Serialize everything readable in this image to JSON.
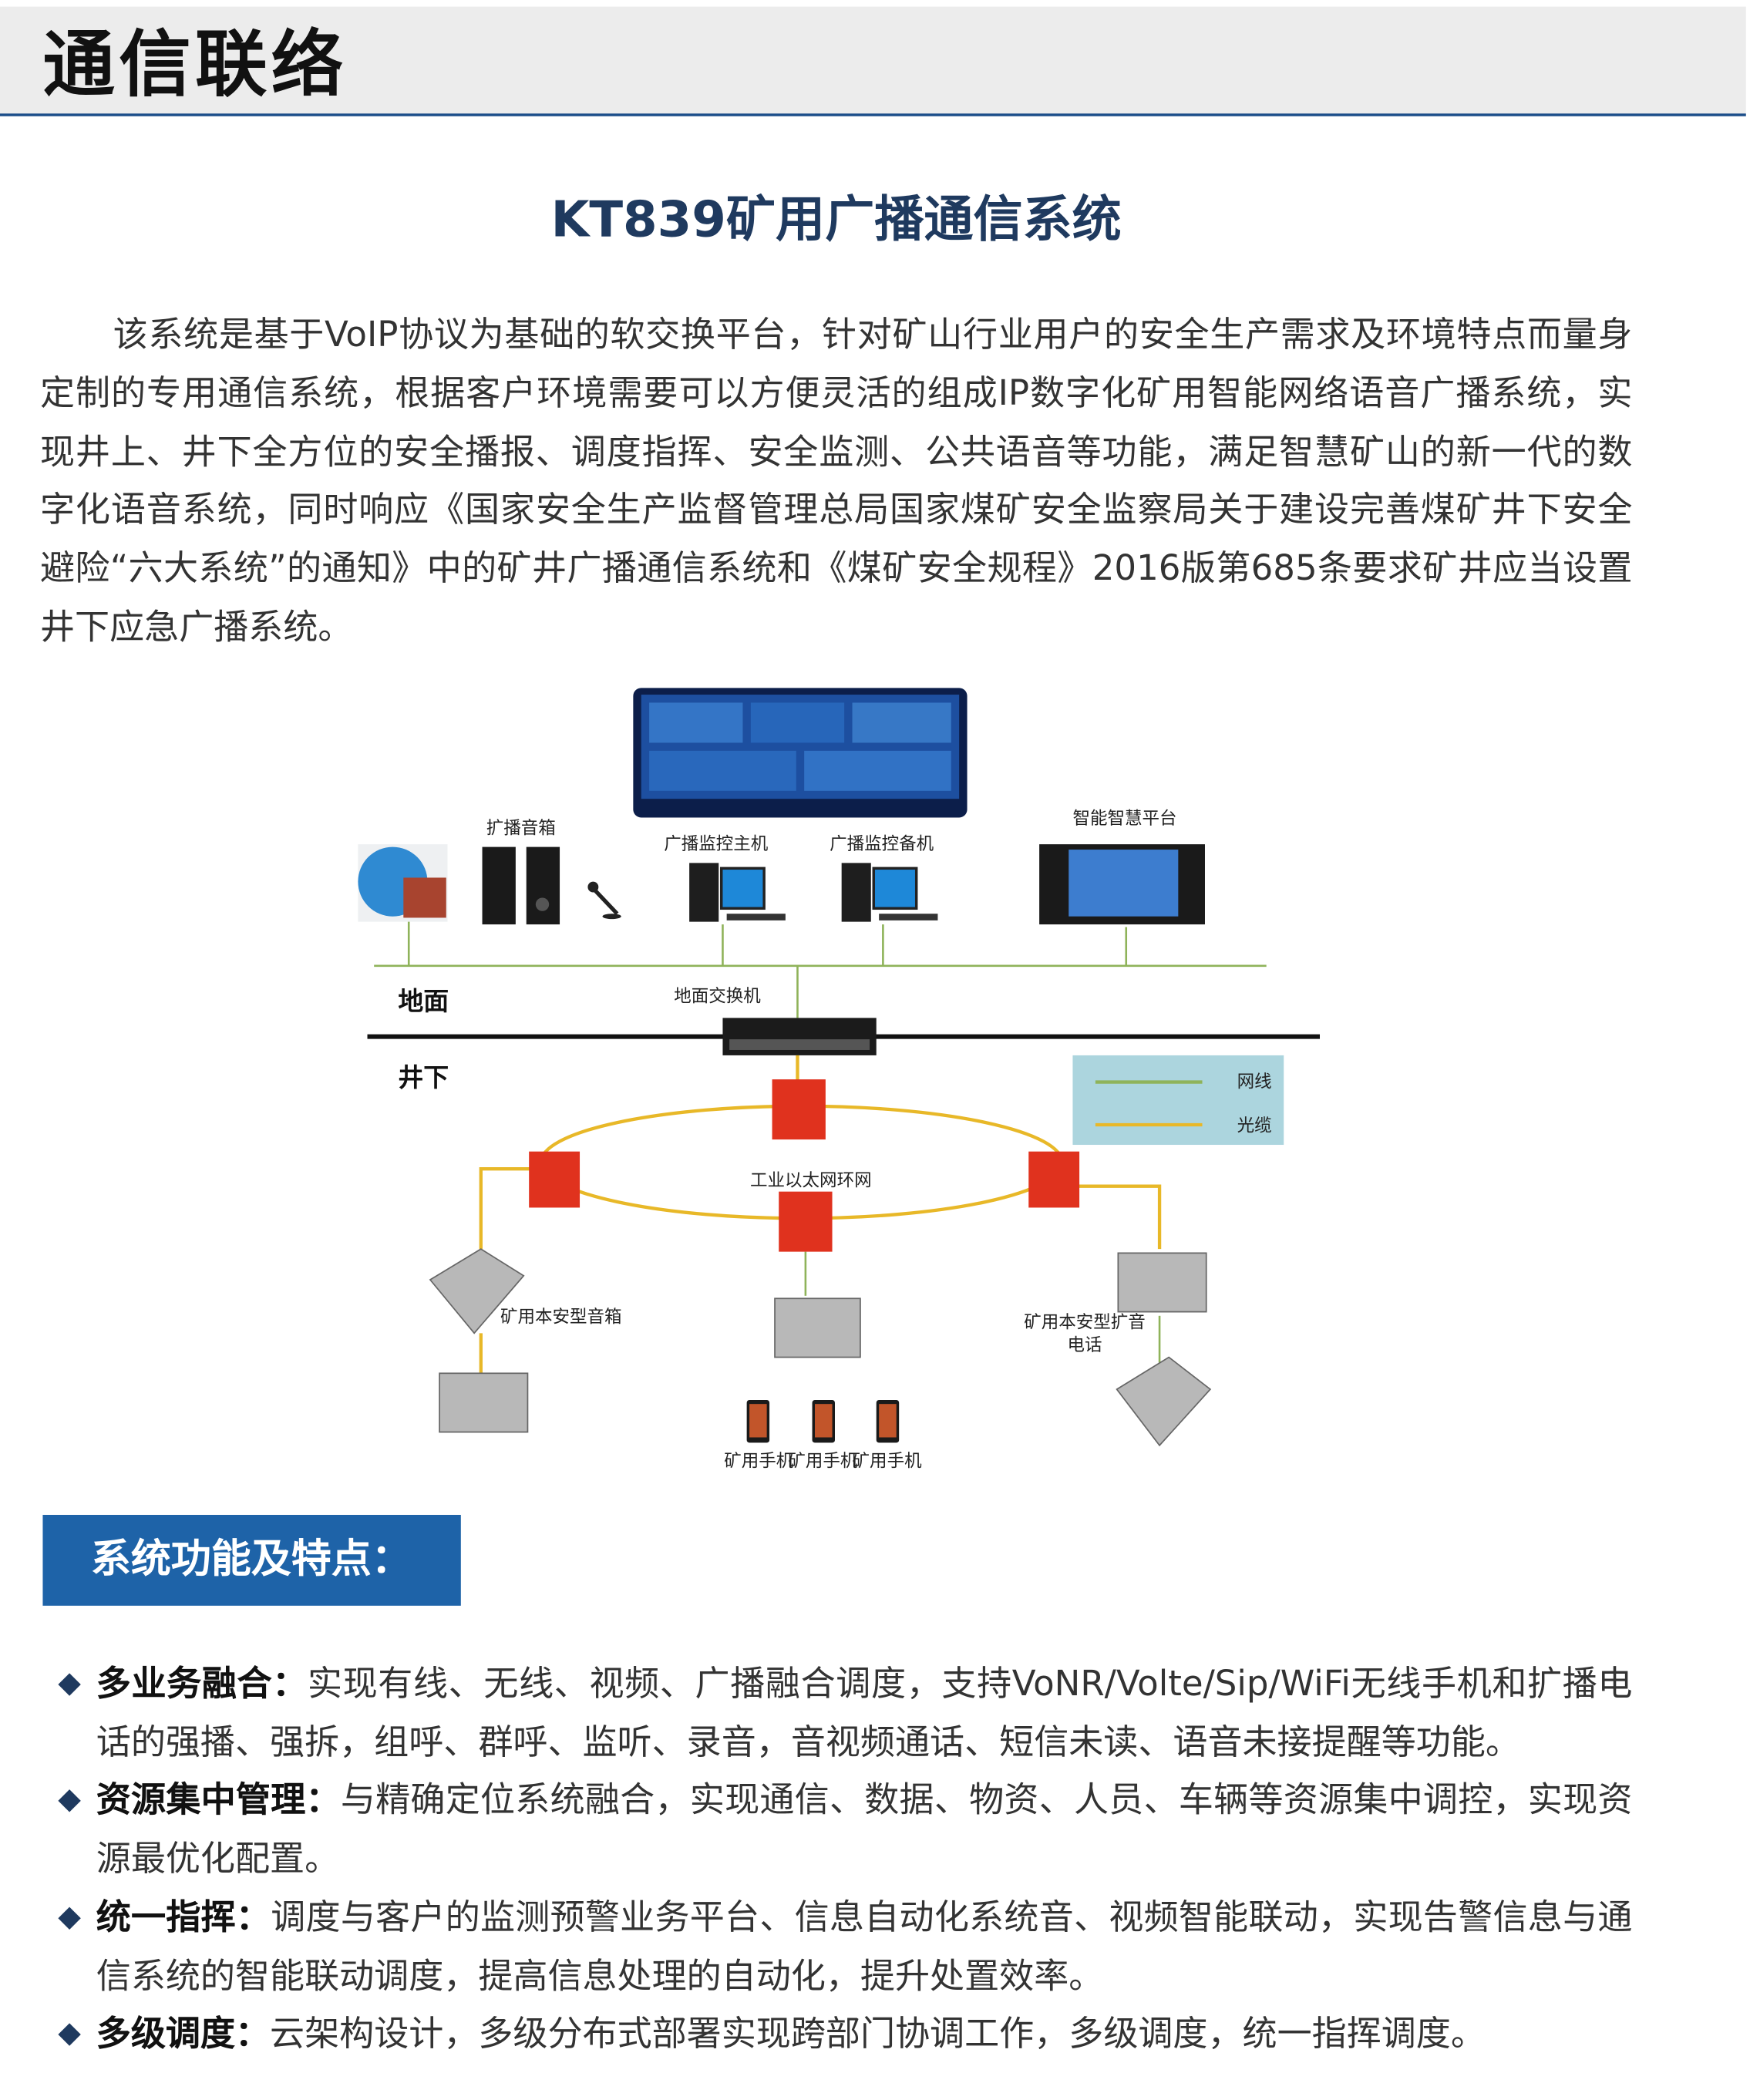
{
  "header": {
    "title": "通信联络"
  },
  "subtitle": "KT839矿用广播通信系统",
  "intro": "该系统是基于VoIP协议为基础的软交换平台，针对矿山行业用户的安全生产需求及环境特点而量身定制的专用通信系统，根据客户环境需要可以方便灵活的组成IP数字化矿用智能网络语音广播系统，实现井上、井下全方位的安全播报、调度指挥、安全监测、公共语音等功能，满足智慧矿山的新一代的数字化语音系统，同时响应《国家安全生产监督管理总局国家煤矿安全监察局关于建设完善煤矿井下安全避险“六大系统”的通知》中的矿井广播通信系统和《煤矿安全规程》2016版第685条要求矿井应当设置井下应急广播系统。",
  "diagram": {
    "labels": {
      "speaker": "扩播音箱",
      "host_main": "广播监控主机",
      "host_backup": "广播监控备机",
      "platform": "智能智慧平台",
      "ground": "地面",
      "ground_switch": "地面交换机",
      "underground": "井下",
      "ring": "工业以太网环网",
      "mine_speaker": "矿用本安型音箱",
      "mine_phone_1": "矿用本安型扩音",
      "mine_phone_2": "电话",
      "handset": "矿用手机"
    },
    "legend": [
      {
        "label": "网线",
        "color": "#8fb35a"
      },
      {
        "label": "光缆",
        "color": "#e8b828"
      }
    ]
  },
  "features": {
    "title": "系统功能及特点：",
    "items": [
      {
        "head": "多业务融合：",
        "text": "实现有线、无线、视频、广播融合调度，支持VoNR/Volte/Sip/WiFi无线手机和扩播电话的强播、强拆，组呼、群呼、监听、录音，音视频通话、短信未读、语音未接提醒等功能。"
      },
      {
        "head": "资源集中管理：",
        "text": "与精确定位系统融合，实现通信、数据、物资、人员、车辆等资源集中调控，实现资源最优化配置。"
      },
      {
        "head": "统一指挥：",
        "text": "调度与客户的监测预警业务平台、信息自动化系统音、视频智能联动，实现告警信息与通信系统的智能联动调度，提高信息处理的自动化，提升处置效率。"
      },
      {
        "head": "多级调度：",
        "text": "云架构设计，多级分布式部署实现跨部门协调工作，多级调度，统一指挥调度。"
      }
    ]
  },
  "colors": {
    "accent": "#1e63a8",
    "navy": "#1f3a5f",
    "network_cable": "#8fb35a",
    "fiber": "#e8b828"
  }
}
